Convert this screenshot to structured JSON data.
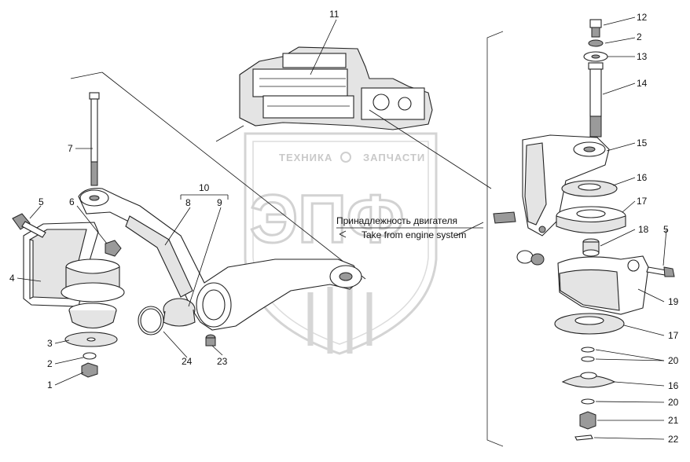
{
  "watermark": {
    "top_text": "ТЕХНИКА",
    "top_text_right": "ЗАПЧАСТИ",
    "big_text": "ЭПФ"
  },
  "note": {
    "line_ru": "Принадлежность двигателя",
    "line_en": "Take from engine system"
  },
  "callouts": {
    "c1": "1",
    "c2": "2",
    "c3": "3",
    "c4": "4",
    "c5": "5",
    "c6": "6",
    "c7": "7",
    "c8": "8",
    "c9": "9",
    "c10": "10",
    "c11": "11",
    "c12": "12",
    "c2b": "2",
    "c13": "13",
    "c14": "14",
    "c15": "15",
    "c16": "16",
    "c17": "17",
    "c18": "18",
    "c5b": "5",
    "c19": "19",
    "c17b": "17",
    "c20": "20",
    "c16b": "16",
    "c20b": "20",
    "c21": "21",
    "c22": "22",
    "c24": "24",
    "c23": "23"
  }
}
